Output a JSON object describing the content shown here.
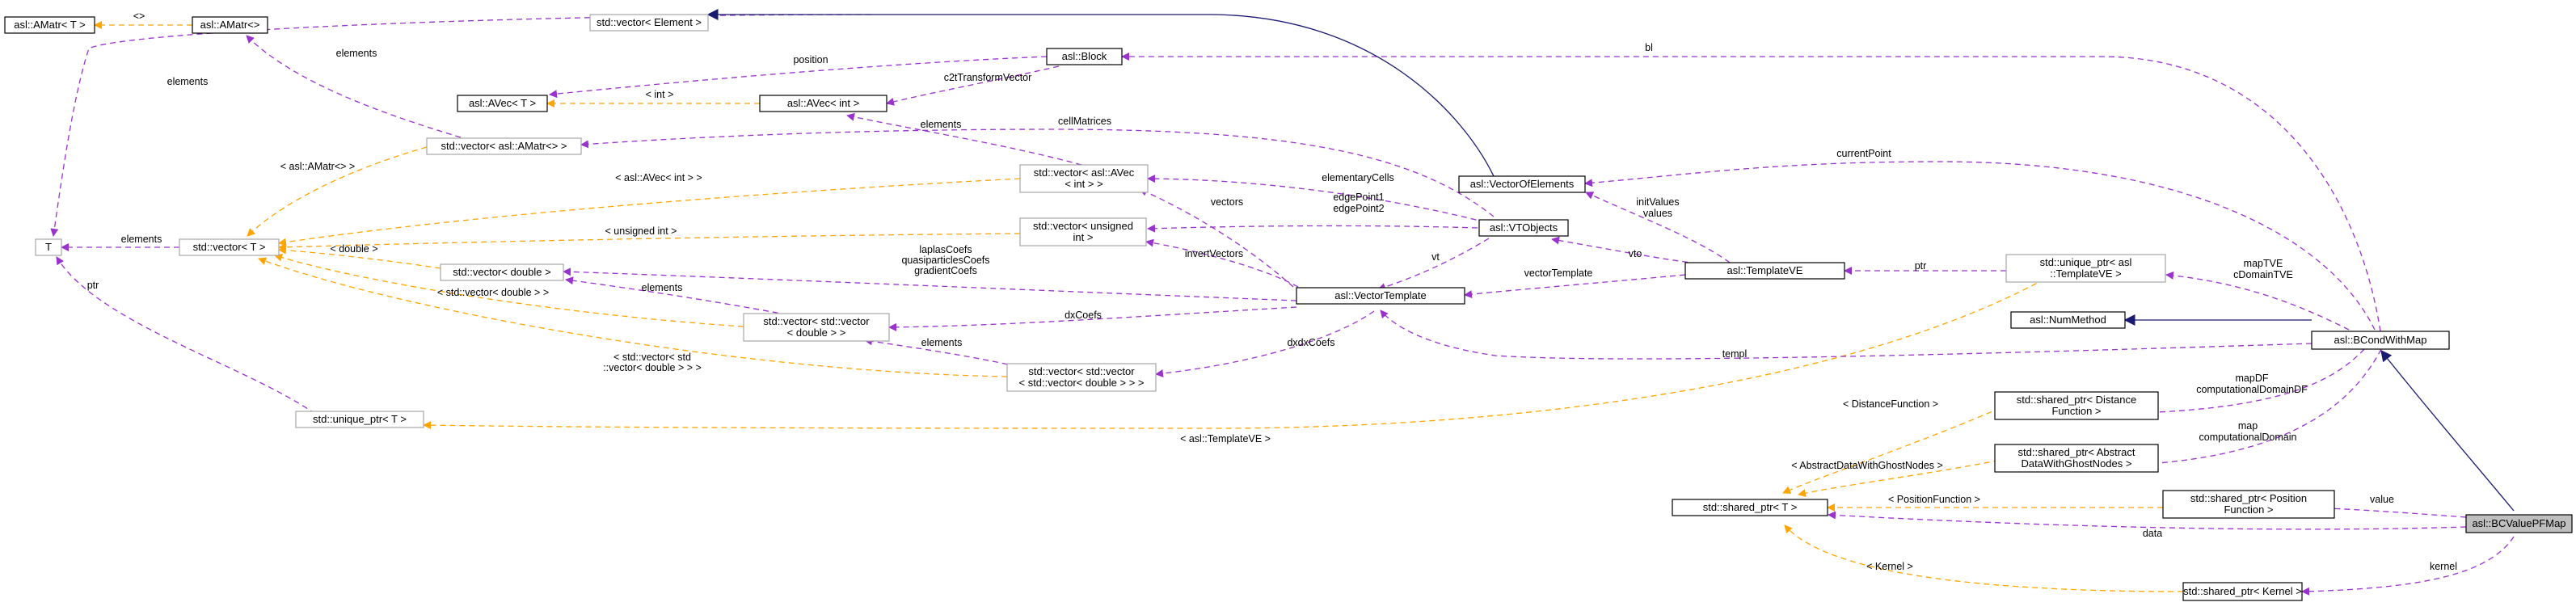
{
  "colors": {
    "usage_edge": "#9a32cd",
    "template_edge": "#ffa500",
    "inheritance_edge": "#191970",
    "focus_fill": "#bfbfbf",
    "template_node_border": "#a6a6a6"
  },
  "nodes": {
    "amatr_t": [
      "asl::AMatr< T >"
    ],
    "amatr": [
      "asl::AMatr<>"
    ],
    "vector_element": [
      "std::vector< Element >"
    ],
    "block": [
      "asl::Block"
    ],
    "avec_t": [
      "asl::AVec< T >"
    ],
    "avec_int": [
      "asl::AVec< int >"
    ],
    "vector_amatr": [
      "std::vector< asl::AMatr<> >"
    ],
    "t": [
      "T"
    ],
    "vector_t": [
      "std::vector< T >"
    ],
    "vector_avec_int": [
      "std::vector< asl::AVec",
      "< int > >"
    ],
    "vector_unsigned": [
      "std::vector< unsigned",
      "int >"
    ],
    "vector_double": [
      "std::vector< double >"
    ],
    "vector_vector_double": [
      "std::vector< std::vector",
      "< double > >"
    ],
    "vector_vector_vector_double": [
      "std::vector< std::vector",
      "< std::vector< double > > >"
    ],
    "unique_ptr_t": [
      "std::unique_ptr< T >"
    ],
    "vector_of_elements": [
      "asl::VectorOfElements"
    ],
    "vtobjects": [
      "asl::VTObjects"
    ],
    "vector_template": [
      "asl::VectorTemplate"
    ],
    "template_ve": [
      "asl::TemplateVE"
    ],
    "unique_ptr_template_ve": [
      "std::unique_ptr< asl",
      "::TemplateVE >"
    ],
    "num_method": [
      "asl::NumMethod"
    ],
    "bcond_with_map": [
      "asl::BCondWithMap"
    ],
    "shared_ptr_distance": [
      "std::shared_ptr< Distance",
      "Function >"
    ],
    "shared_ptr_abstract": [
      "std::shared_ptr< Abstract",
      "DataWithGhostNodes >"
    ],
    "shared_ptr_t": [
      "std::shared_ptr< T >"
    ],
    "shared_ptr_position": [
      "std::shared_ptr< Position",
      "Function >"
    ],
    "bc_value_pf_map": [
      "asl::BCValuePFMap"
    ],
    "shared_ptr_kernel": [
      "std::shared_ptr< Kernel >"
    ]
  },
  "edge_labels": {
    "amatr_template": [
      "<>"
    ],
    "amatr_elements": [
      "elements"
    ],
    "vector_amatr_elements": [
      "elements"
    ],
    "block_position": [
      "position"
    ],
    "block_c2t": [
      "c2tTransformVector"
    ],
    "avec_int_template": [
      "< int >"
    ],
    "vector_avec_elements": [
      "elements"
    ],
    "vector_amatr_template": [
      "< asl::AMatr<> >"
    ],
    "cell_matrices": [
      "cellMatrices"
    ],
    "vector_avec_template": [
      "< asl::AVec< int > >"
    ],
    "elementary_cells": [
      "elementaryCells"
    ],
    "edge_points": [
      "edgePoint1",
      "edgePoint2"
    ],
    "vectors": [
      "vectors"
    ],
    "unsigned_template": [
      "< unsigned int >"
    ],
    "invert_vectors": [
      "invertVectors"
    ],
    "double_template": [
      "< double >"
    ],
    "laplas_coefs": [
      "laplasCoefs",
      "quasiparticlesCoefs",
      "gradientCoefs"
    ],
    "vector_double_template": [
      "< std::vector< double > >"
    ],
    "vector_double_elements": [
      "elements"
    ],
    "dx_coefs": [
      "dxCoefs"
    ],
    "vvv_template": [
      "< std::vector< std",
      "::vector< double > > >"
    ],
    "vvv_elements": [
      "elements"
    ],
    "dxdx_coefs": [
      "dxdxCoefs"
    ],
    "vector_t_elements": [
      "elements"
    ],
    "unique_ptr_ptr": [
      "ptr"
    ],
    "bl": [
      "bl"
    ],
    "current_point": [
      "currentPoint"
    ],
    "init_values": [
      "initValues",
      "values"
    ],
    "vt": [
      "vt"
    ],
    "vto": [
      "vto"
    ],
    "vector_template": [
      "vectorTemplate"
    ],
    "template_ve_ptr": [
      "ptr"
    ],
    "map_tve": [
      "mapTVE",
      "cDomainTVE"
    ],
    "templ": [
      "templ"
    ],
    "template_ve_template": [
      "< asl::TemplateVE >"
    ],
    "map_df": [
      "mapDF",
      "computationalDomainDF"
    ],
    "map": [
      "map",
      "computationalDomain"
    ],
    "distance_template": [
      "< DistanceFunction >"
    ],
    "abstract_template": [
      "< AbstractDataWithGhostNodes >"
    ],
    "position_template": [
      "< PositionFunction >"
    ],
    "value": [
      "value"
    ],
    "data": [
      "data"
    ],
    "kernel_template": [
      "< Kernel >"
    ],
    "kernel": [
      "kernel"
    ]
  }
}
